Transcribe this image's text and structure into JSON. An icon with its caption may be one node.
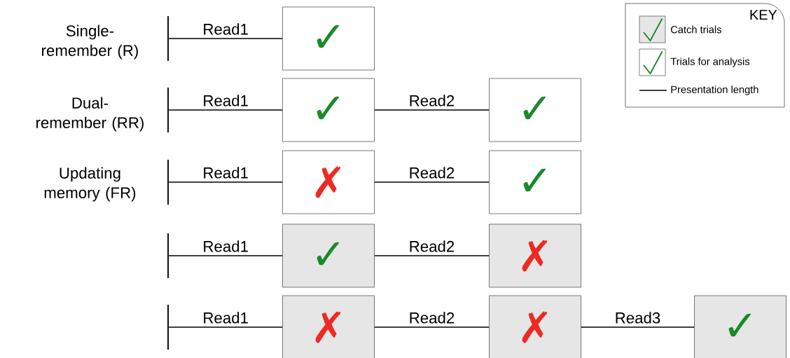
{
  "diagram": {
    "nodes": [
      {
        "text": [],
        "shape": "bar"
      },
      {
        "text": [
          "✓"
        ]
      },
      {
        "text": [],
        "shape": "bar"
      },
      {
        "text": [
          "✓"
        ]
      },
      {
        "text": [
          "✓"
        ]
      },
      {
        "text": [],
        "shape": "bar"
      },
      {
        "text": [
          "✗"
        ]
      },
      {
        "text": [
          "✓"
        ]
      },
      {
        "text": [],
        "shape": "bar"
      },
      {
        "text": [
          "✓"
        ]
      },
      {
        "text": [
          "✗"
        ]
      },
      {
        "text": [],
        "shape": "bar"
      },
      {
        "text": [
          "✗"
        ]
      },
      {
        "text": [
          "✗"
        ]
      },
      {
        "text": [
          "✓"
        ]
      }
    ],
    "edges": [
      {
        "from": 0,
        "to": 1,
        "arrow": "none",
        "label": "Read1"
      },
      {
        "from": 2,
        "to": 3,
        "arrow": "none",
        "label": "Read1"
      },
      {
        "from": 3,
        "to": 4,
        "arrow": "none",
        "label": "Read2"
      },
      {
        "from": 5,
        "to": 6,
        "arrow": "none",
        "label": "Read1"
      },
      {
        "from": 6,
        "to": 7,
        "arrow": "none",
        "label": "Read2"
      },
      {
        "from": 8,
        "to": 9,
        "arrow": "none",
        "label": "Read1"
      },
      {
        "from": 9,
        "to": 10,
        "arrow": "none",
        "label": "Read2"
      },
      {
        "from": 11,
        "to": 12,
        "arrow": "none",
        "label": "Read1"
      },
      {
        "from": 12,
        "to": 13,
        "arrow": "none",
        "label": "Read2"
      },
      {
        "from": 13,
        "to": 14,
        "arrow": "none",
        "label": "Read3"
      }
    ],
    "labels": [
      "Single-remember (R)",
      "Dual-remember (RR)",
      "Updating memory (FR)",
      "KEY"
    ],
    "legend": [
      {
        "text": "Catch trials"
      },
      {
        "text": "Trials for analysis"
      },
      {
        "text": "Presentation length"
      }
    ]
  }
}
